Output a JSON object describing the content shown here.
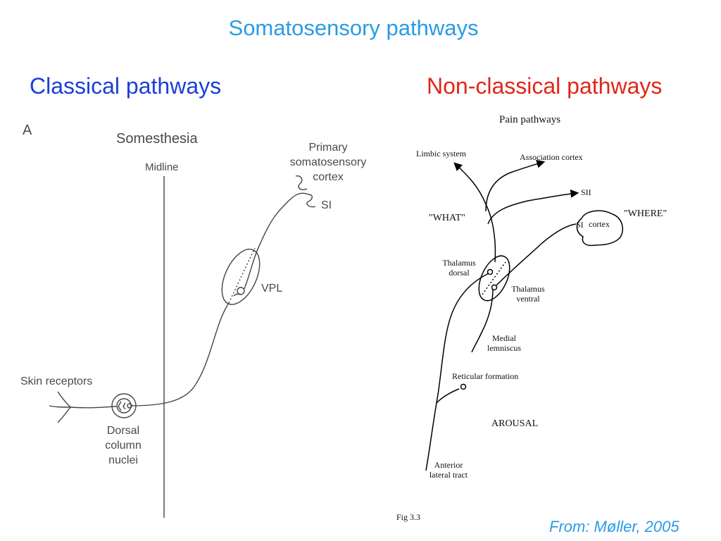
{
  "title": "Somatosensory pathways",
  "colors": {
    "title": "#2a9be6",
    "classical": "#1a3fd8",
    "nonclassical": "#e0261a",
    "source": "#2a9be6"
  },
  "left_panel": {
    "heading": "Classical pathways",
    "panel_letter": "A",
    "subtitle": "Somesthesia",
    "midline": "Midline",
    "cortex_label": [
      "Primary",
      "somatosensory",
      "cortex"
    ],
    "si": "SI",
    "vpl": "VPL",
    "skin": "Skin receptors",
    "nuclei": [
      "Dorsal",
      "column",
      "nuclei"
    ]
  },
  "right_panel": {
    "heading": "Non-classical pathways",
    "subtitle": "Pain pathways",
    "limbic": "Limbic system",
    "association": "Association cortex",
    "sii": "SII",
    "what": "\"WHAT\"",
    "where": "\"WHERE\"",
    "si": "SI",
    "cortex": "cortex",
    "thal_dorsal": [
      "Thalamus",
      "dorsal"
    ],
    "thal_ventral": [
      "Thalamus",
      "ventral"
    ],
    "medial": [
      "Medial",
      "lemniscus"
    ],
    "reticular": "Reticular formation",
    "arousal": "AROUSAL",
    "anterior": [
      "Anterior",
      "lateral tract"
    ],
    "fig": "Fig 3.3"
  },
  "source": "From: Møller, 2005"
}
